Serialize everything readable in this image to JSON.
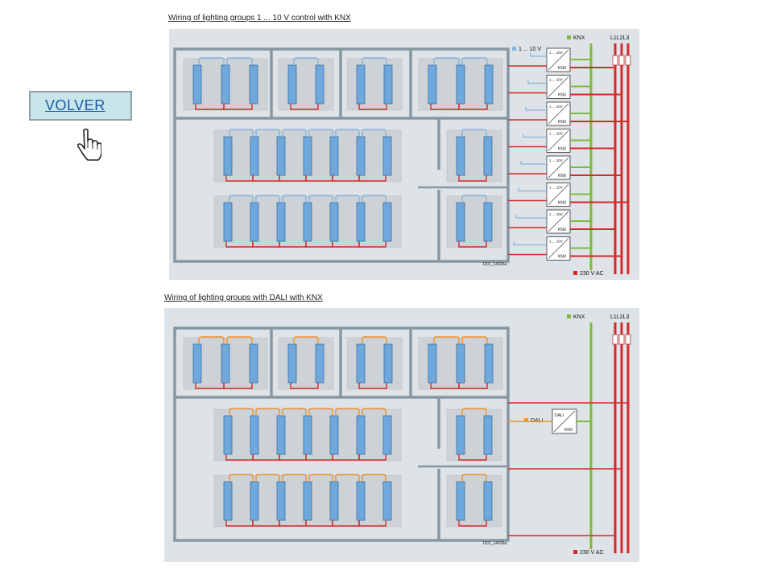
{
  "nav": {
    "back_label": "VOLVER"
  },
  "diagram1": {
    "title": "Wiring of lighting groups 1 ... 10 V control with KNX",
    "legend_control": "1 ... 10 V",
    "legend_bus": "KNX",
    "legend_power": "230 V AC",
    "phases": "L1L2L3",
    "actuator_top": "1 ... 10V",
    "actuator_bottom": "KNX",
    "ref": "I201_14025a"
  },
  "diagram2": {
    "title": "Wiring of lighting groups with DALI with KNX",
    "legend_control": "DALI",
    "legend_bus": "KNX",
    "legend_power": "230 V AC",
    "phases": "L1L2L3",
    "gateway_top": "DALI",
    "gateway_bottom": "KNX",
    "ref": "I201_14026a"
  },
  "colors": {
    "panel": "#dde3e7",
    "wall": "#8797a3",
    "fixture": "#6fa8dc",
    "control_1_10": "#8ab4de",
    "dali": "#f0922b",
    "knx": "#7dbb3c",
    "power": "#d42a2a"
  },
  "icons": {
    "pointer": "hand-pointer-icon"
  }
}
